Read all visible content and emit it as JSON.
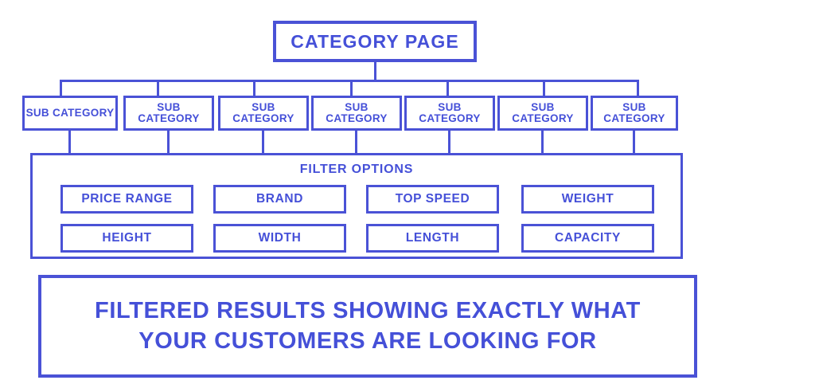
{
  "diagram": {
    "type": "hierarchy-tree",
    "accent_color": "#4550d8",
    "border_color": "#4a52d6",
    "background_color": "#ffffff",
    "root": {
      "label": "CATEGORY PAGE"
    },
    "sub_categories": [
      {
        "label": "SUB CATEGORY"
      },
      {
        "label": "SUB CATEGORY"
      },
      {
        "label": "SUB CATEGORY"
      },
      {
        "label": "SUB CATEGORY"
      },
      {
        "label": "SUB CATEGORY"
      },
      {
        "label": "SUB CATEGORY"
      },
      {
        "label": "SUB CATEGORY"
      }
    ],
    "filters": {
      "title": "FILTER OPTIONS",
      "options": [
        {
          "label": "PRICE RANGE"
        },
        {
          "label": "BRAND"
        },
        {
          "label": "TOP SPEED"
        },
        {
          "label": "WEIGHT"
        },
        {
          "label": "HEIGHT"
        },
        {
          "label": "WIDTH"
        },
        {
          "label": "LENGTH"
        },
        {
          "label": "CAPACITY"
        }
      ]
    },
    "results": {
      "line1": "FILTERED RESULTS SHOWING EXACTLY WHAT",
      "line2": "YOUR CUSTOMERS ARE LOOKING FOR"
    }
  }
}
